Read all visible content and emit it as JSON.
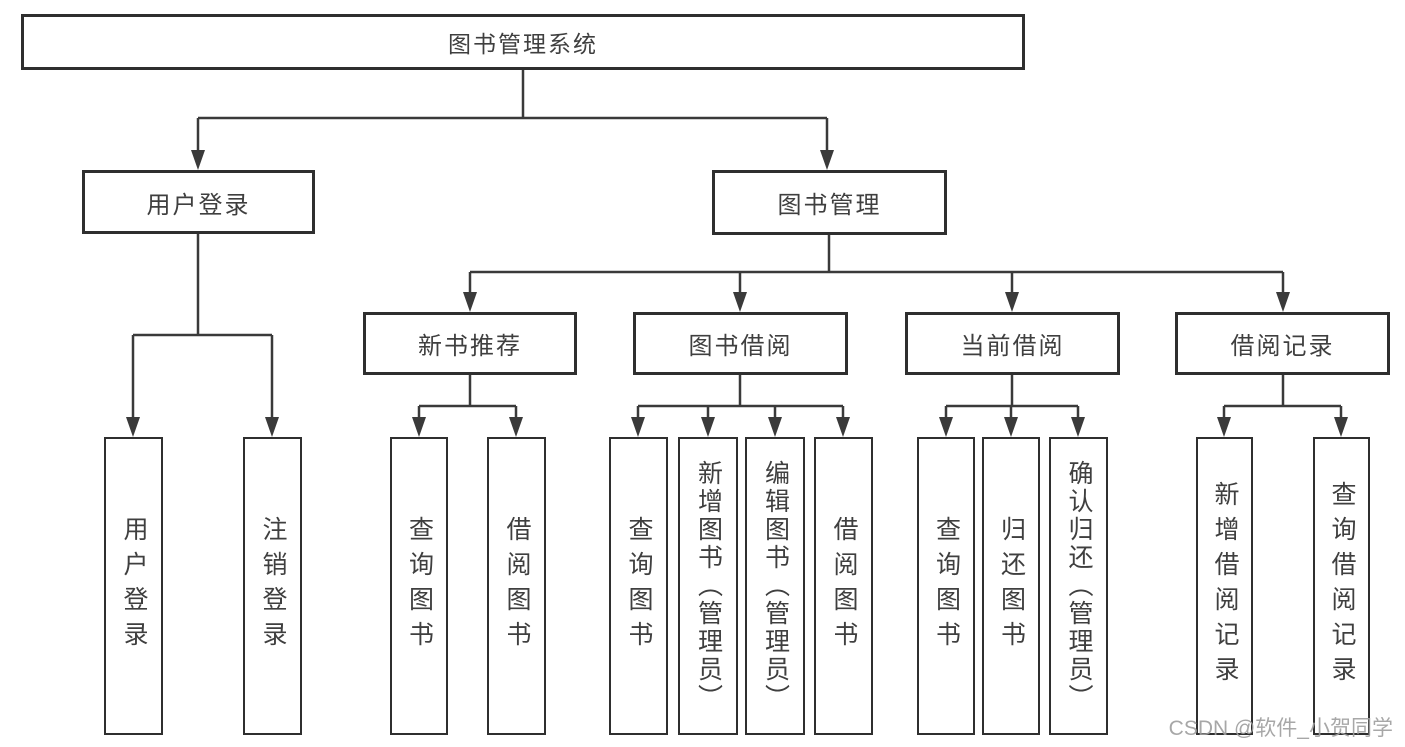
{
  "title": "图书管理系统",
  "watermark": "CSDN @软件_小贺同学",
  "colors": {
    "line": "#3a3a3a",
    "box_border": "#2f2f2f",
    "text": "#3f3f3f",
    "watermark": "#9e9e9e",
    "background": "#ffffff"
  },
  "tree": {
    "root": {
      "label": "图书管理系统"
    },
    "branches": [
      {
        "label": "用户登录",
        "children": [
          {
            "label": "用户登录"
          },
          {
            "label": "注销登录"
          }
        ]
      },
      {
        "label": "图书管理",
        "children": [
          {
            "label": "新书推荐",
            "children": [
              {
                "label": "查询图书"
              },
              {
                "label": "借阅图书"
              }
            ]
          },
          {
            "label": "图书借阅",
            "children": [
              {
                "label": "查询图书"
              },
              {
                "label": "新增图书（管理员）"
              },
              {
                "label": "编辑图书（管理员）"
              },
              {
                "label": "借阅图书"
              }
            ]
          },
          {
            "label": "当前借阅",
            "children": [
              {
                "label": "查询图书"
              },
              {
                "label": "归还图书"
              },
              {
                "label": "确认归还（管理员）"
              }
            ]
          },
          {
            "label": "借阅记录",
            "children": [
              {
                "label": "新增借阅记录"
              },
              {
                "label": "查询借阅记录"
              }
            ]
          }
        ]
      }
    ]
  }
}
